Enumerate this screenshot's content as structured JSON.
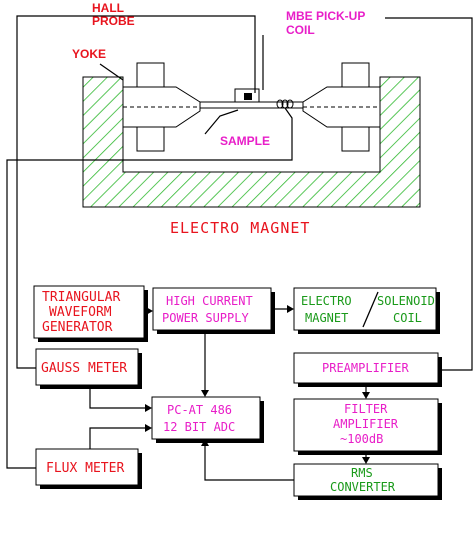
{
  "labels": {
    "hall_probe_line1": "HALL",
    "hall_probe_line2": "PROBE",
    "mbe_line1": "MBE PICK-UP",
    "mbe_line2": "COIL",
    "yoke": "YOKE",
    "sample": "SAMPLE",
    "electromagnet_title": "ELECTRO MAGNET"
  },
  "blocks": {
    "triangular": [
      "TRIANGULAR",
      "WAVEFORM",
      "GENERATOR"
    ],
    "power_supply": [
      "HIGH CURRENT",
      "POWER SUPPLY"
    ],
    "electro_magnet": [
      "ELECTRO",
      "MAGNET"
    ],
    "solenoid": [
      "SOLENOID",
      "COIL"
    ],
    "gauss_meter": "GAUSS METER",
    "pc_at": [
      "PC-AT 486",
      "12 BIT ADC"
    ],
    "flux_meter": "FLUX METER",
    "preamplifier": "PREAMPLIFIER",
    "filter": [
      "FILTER",
      "AMPLIFIER",
      "~100dB"
    ],
    "rms": [
      "RMS",
      "CONVERTER"
    ]
  },
  "colors": {
    "red": "#e8141e",
    "magenta": "#e81ec8",
    "green": "#1a9a1a",
    "hatch": "#2fb82f"
  }
}
